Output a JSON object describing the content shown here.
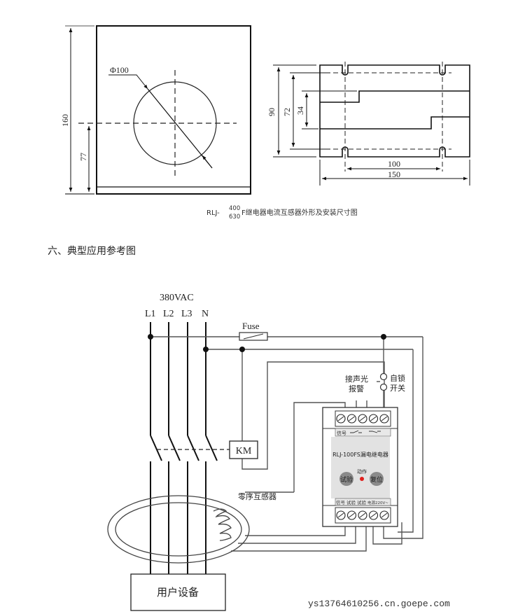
{
  "drawing1": {
    "left": {
      "height_label": "160",
      "center_label": "77",
      "diameter_label": "Φ100"
    },
    "right": {
      "height_label": "90",
      "mount_label": "72",
      "window_label": "34",
      "hole_spacing_label": "100",
      "width_label": "150"
    },
    "caption": {
      "prefix": "RLJ-",
      "frac_top": "400",
      "frac_bottom": "630",
      "suffix": "F继电器电流互感器外形及安装尺寸图"
    }
  },
  "section_heading": "六、典型应用参考图",
  "circuit": {
    "supply_label": "380VAC",
    "phases": [
      "L1",
      "L2",
      "L3",
      "N"
    ],
    "fuse_label": "Fuse",
    "contactor_label": "KM",
    "alarm_label_line1": "接声光",
    "alarm_label_line2": "报警",
    "switch_label_line1": "自锁",
    "switch_label_line2": "开关",
    "ct_label": "零序互感器",
    "load_label": "用户设备",
    "relay": {
      "model": "RLJ-100FS漏电继电器",
      "top_terminal_labels": [
        "信号",
        "",
        ""
      ],
      "bottom_terminal_labels": [
        "信号",
        "试验",
        "试验",
        "电源220V~"
      ],
      "test_button": "试验",
      "reset_button": "复位",
      "indicator_label": "动作",
      "indicator_color": "#e0201c",
      "panel_color": "#e0e0e0",
      "button_color": "#8a8a8a"
    }
  },
  "watermark": "ys13764610256.cn.goepe.com"
}
